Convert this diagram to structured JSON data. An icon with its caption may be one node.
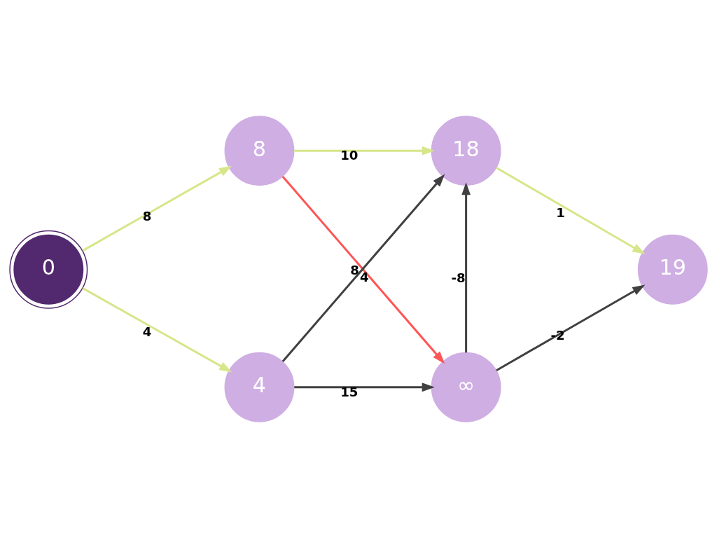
{
  "diagram": {
    "nodes": [
      {
        "text": [
          "0"
        ]
      },
      {
        "text": [
          "8"
        ]
      },
      {
        "text": [
          "4"
        ]
      },
      {
        "text": [
          "18"
        ]
      },
      {
        "text": [
          "∞"
        ]
      },
      {
        "text": [
          "19"
        ]
      }
    ],
    "edges": [
      {
        "from": 0,
        "to": 1,
        "arrow": "to",
        "label": "8",
        "color": "#d6e68a"
      },
      {
        "from": 0,
        "to": 2,
        "arrow": "to",
        "label": "4",
        "color": "#d6e68a"
      },
      {
        "from": 1,
        "to": 3,
        "arrow": "to",
        "label": "10",
        "color": "#d6e68a"
      },
      {
        "from": 1,
        "to": 4,
        "arrow": "to",
        "label": "8",
        "color": "#ff5555"
      },
      {
        "from": 2,
        "to": 3,
        "arrow": "to",
        "label": "4",
        "color": "#404040"
      },
      {
        "from": 2,
        "to": 4,
        "arrow": "to",
        "label": "15",
        "color": "#404040"
      },
      {
        "from": 4,
        "to": 3,
        "arrow": "to",
        "label": "-8",
        "color": "#404040"
      },
      {
        "from": 3,
        "to": 5,
        "arrow": "to",
        "label": "1",
        "color": "#d6e68a"
      },
      {
        "from": 4,
        "to": 5,
        "arrow": "to",
        "label": "-2",
        "color": "#404040"
      }
    ]
  }
}
